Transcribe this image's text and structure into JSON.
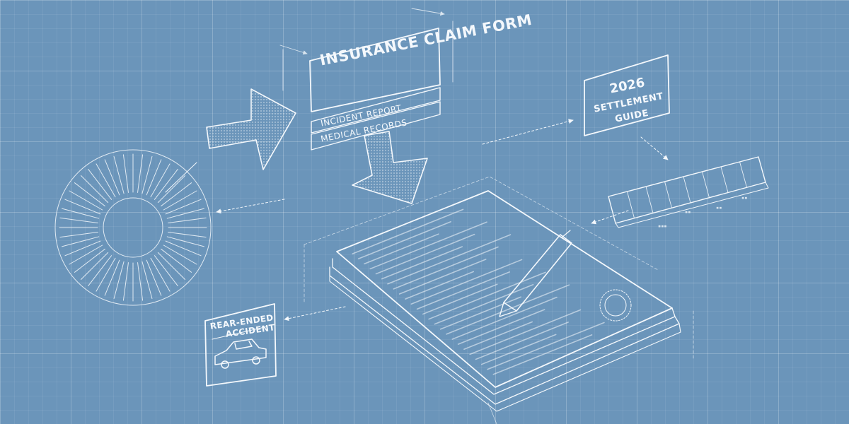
{
  "claim_form": {
    "title": "INSURANCE CLAIM FORM",
    "incident_report": "INCIDENT REPORT",
    "medical_records": "MEDICAL RECORDS"
  },
  "settlement_guide": {
    "year": "2026",
    "line1": "SETTLEMENT",
    "line2": "GUIDE"
  },
  "accident_card": {
    "line1": "REAR-ENDED",
    "line2": "ACCIDENT",
    "icon": "car-icon"
  },
  "icons": {
    "document": "document-stack-icon",
    "pen": "pen-icon",
    "seal": "seal-icon",
    "timeline": "timeline-bar-icon",
    "radial": "radial-gauge-icon"
  },
  "colors": {
    "background": "#6b95ba",
    "line": "#f4f8fc",
    "grid": "rgba(255,255,255,0.16)"
  }
}
